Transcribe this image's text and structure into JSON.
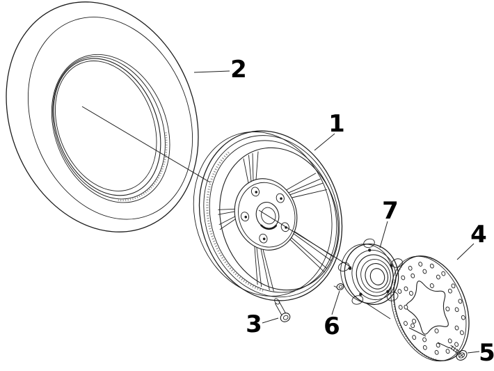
{
  "colors": {
    "background": "#ffffff",
    "line": "#1c1c1c",
    "label": "#000000"
  },
  "callouts": {
    "wheel": "1",
    "tire": "2",
    "valve": "3",
    "brake_disc": "4",
    "disc_screw": "5",
    "hub_bolt": "6",
    "hub": "7"
  }
}
